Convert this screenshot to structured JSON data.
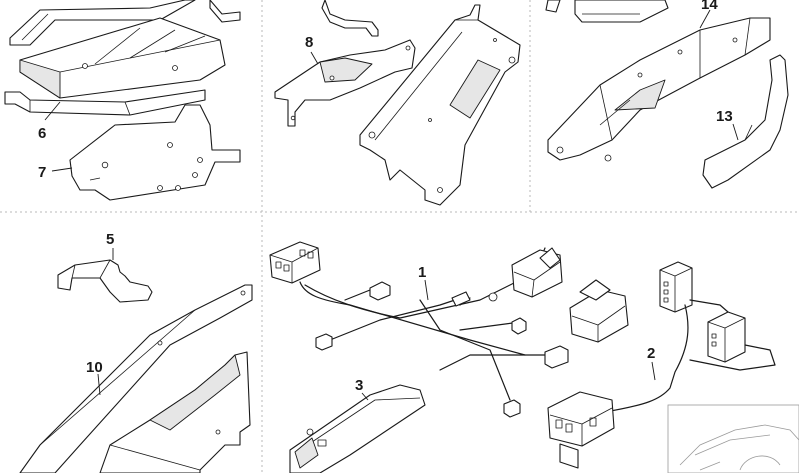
{
  "callouts": [
    {
      "id": "label-1",
      "text": "1"
    },
    {
      "id": "label-2",
      "text": "2"
    },
    {
      "id": "label-3",
      "text": "3"
    },
    {
      "id": "label-5",
      "text": "5"
    },
    {
      "id": "label-6",
      "text": "6"
    },
    {
      "id": "label-7",
      "text": "7"
    },
    {
      "id": "label-8",
      "text": "8"
    },
    {
      "id": "label-10",
      "text": "10"
    },
    {
      "id": "label-13",
      "text": "13"
    },
    {
      "id": "label-14",
      "text": "14"
    }
  ]
}
